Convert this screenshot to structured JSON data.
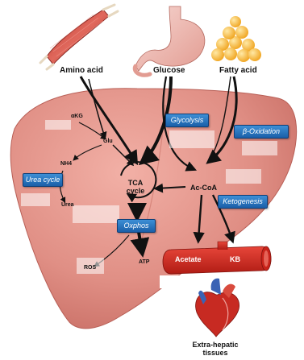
{
  "labels": {
    "amino_acid": "Amino acid",
    "glucose": "Glucose",
    "fatty_acid": "Fatty acid",
    "akg": "αKG",
    "glu": "Glu",
    "nh4": "NH4",
    "urea": "Urea",
    "tca_cycle": "TCA cycle",
    "ac_coa": "Ac-CoA",
    "atp": "ATP",
    "ros": "ROS",
    "acetate": "Acetate",
    "kb": "KB",
    "extrahepatic": "Extra-hepatic tissues"
  },
  "tags": {
    "glycolysis": "Glycolysis",
    "beta_oxidation": "β-Oxidation",
    "urea_cycle": "Urea cycle",
    "ketogenesis": "Ketogenesis",
    "oxphos": "Oxphos"
  },
  "colors": {
    "liver": "#e08f85",
    "blood_vessel": "#d42a20",
    "tag_blue": "#2b78c2"
  }
}
